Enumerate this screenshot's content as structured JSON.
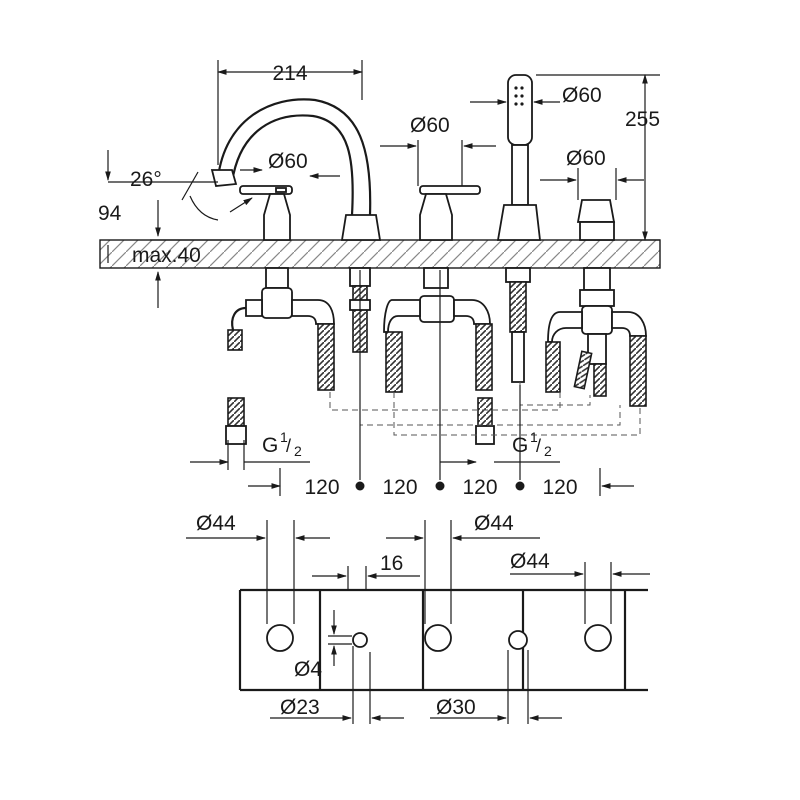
{
  "top_view": {
    "dim_width": "214",
    "dim_height_total": "255",
    "dim_spout_height": "94",
    "dim_angle": "26°",
    "dim_deck_thickness": "max.40",
    "dim_valve_diameter_1": "Ø60",
    "dim_valve_diameter_2": "Ø60",
    "dim_valve_diameter_3": "Ø60",
    "dim_valve_diameter_4": "Ø60",
    "thread_left": "G",
    "thread_left_fraction_num": "1",
    "thread_left_fraction_den": "2",
    "thread_right": "G",
    "thread_right_fraction_num": "1",
    "thread_right_fraction_den": "2",
    "spacing": [
      "120",
      "120",
      "120",
      "120"
    ]
  },
  "cutout_view": {
    "dim_hole_1": "Ø44",
    "dim_hole_2": "Ø44",
    "dim_hole_3": "Ø44",
    "dim_gap": "16",
    "dim_small_hole": "Ø4",
    "dim_hole_23": "Ø23",
    "dim_hole_30": "Ø30"
  }
}
